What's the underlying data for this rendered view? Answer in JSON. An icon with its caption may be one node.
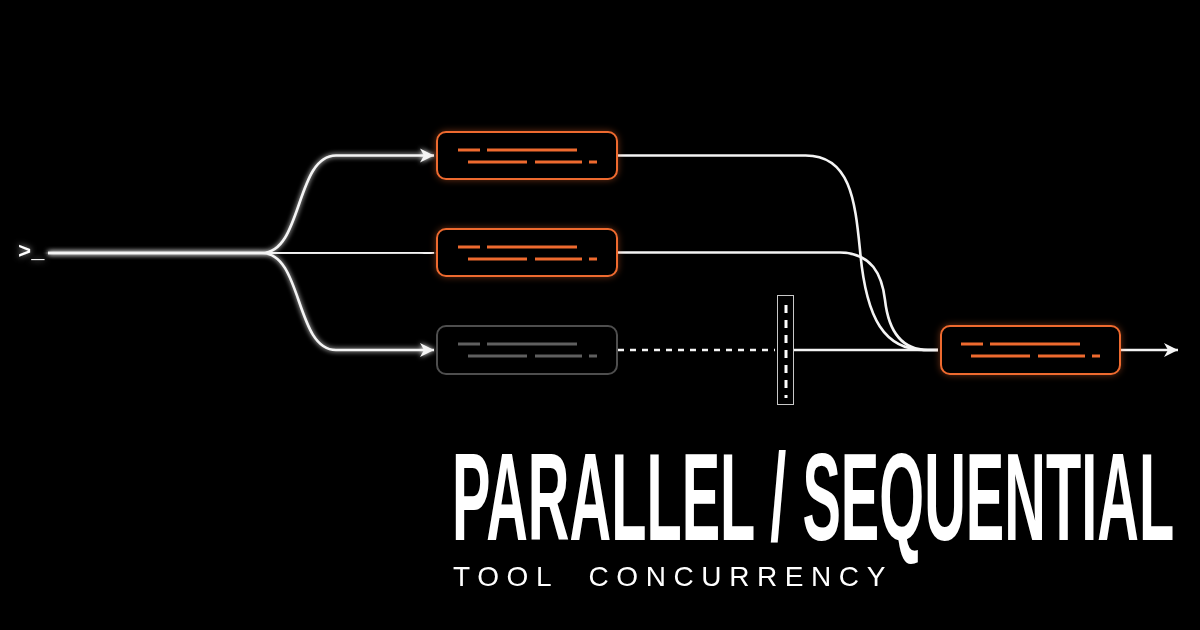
{
  "diagram": {
    "title": "PARALLEL / SEQUENTIAL",
    "nodes": [
      {
        "text": [
          ">_"
        ]
      },
      {
        "text": [],
        "shape": "box"
      },
      {
        "text": [],
        "shape": "box"
      },
      {
        "text": [],
        "shape": "box"
      },
      {
        "text": [],
        "shape": "bar"
      },
      {
        "text": [],
        "shape": "box"
      }
    ],
    "edges": [
      {
        "from": 0,
        "to": 1,
        "arrow": "to"
      },
      {
        "from": 0,
        "to": 2,
        "arrow": "to"
      },
      {
        "from": 0,
        "to": 3,
        "arrow": "to"
      },
      {
        "from": 1,
        "to": 5,
        "arrow": "none"
      },
      {
        "from": 2,
        "to": 5,
        "arrow": "none"
      },
      {
        "from": 3,
        "to": 4,
        "arrow": "none",
        "style": "dashed"
      },
      {
        "from": 4,
        "to": 5,
        "arrow": "none"
      },
      {
        "from": 5,
        "to": null,
        "arrow": "to"
      }
    ],
    "labels": [
      "TOOL CONCURRENCY"
    ]
  }
}
